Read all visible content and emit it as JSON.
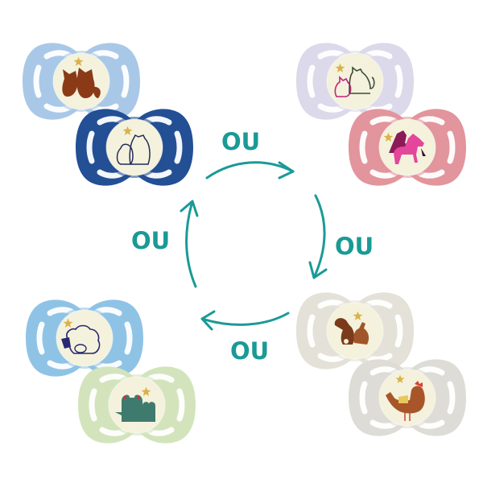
{
  "labels": {
    "top": "OU",
    "right": "OU",
    "bottom": "OU",
    "left": "OU"
  },
  "colors": {
    "arrow": "#1a9a96",
    "button": "#f4f2dc",
    "star": "#d9b24a"
  },
  "groups": [
    {
      "position": "top-left",
      "pacifiers": [
        {
          "shield_color": "#a9c8e8",
          "motif": "foxes",
          "motif_color": "#8a3a17"
        },
        {
          "shield_color": "#234f94",
          "motif": "polar-bears",
          "motif_color": "#232a5a"
        }
      ]
    },
    {
      "position": "top-right",
      "pacifiers": [
        {
          "shield_color": "#dcd9ea",
          "motif": "cats",
          "motif_color": "#c0257a"
        },
        {
          "shield_color": "#e2959c",
          "motif": "horses",
          "motif_color": "#cf3a8c"
        }
      ]
    },
    {
      "position": "bottom-right",
      "pacifiers": [
        {
          "shield_color": "#e4e1d8",
          "motif": "rabbits",
          "motif_color": "#7b3a1a"
        },
        {
          "shield_color": "#dddcd6",
          "motif": "hen-and-chick",
          "motif_color": "#a8552a"
        }
      ]
    },
    {
      "position": "bottom-left",
      "pacifiers": [
        {
          "shield_color": "#8fc3e6",
          "motif": "sheep",
          "motif_color": "#2a2870"
        },
        {
          "shield_color": "#d3e4bd",
          "motif": "frogs",
          "motif_color": "#3f7a6e"
        }
      ]
    }
  ]
}
